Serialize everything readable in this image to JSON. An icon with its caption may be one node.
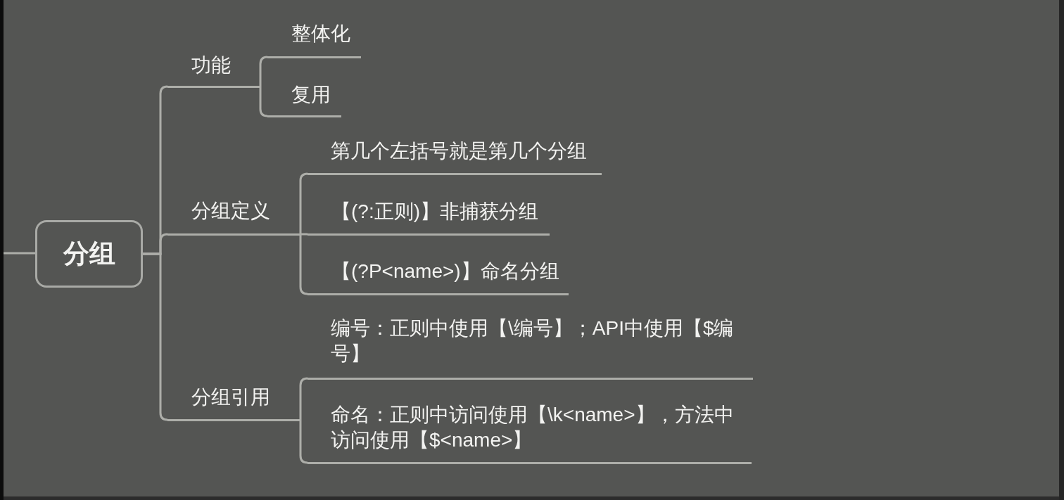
{
  "diagram": {
    "nodes": [
      {
        "text": [
          "分组"
        ]
      },
      {
        "text": [
          "功能"
        ]
      },
      {
        "text": [
          "整体化"
        ]
      },
      {
        "text": [
          "复用"
        ]
      },
      {
        "text": [
          "分组定义"
        ]
      },
      {
        "text": [
          "第几个左括号就是第几个分组"
        ]
      },
      {
        "text": [
          "【(?:正则)】非捕获分组"
        ]
      },
      {
        "text": [
          "【(?P<name>)】命名分组"
        ]
      },
      {
        "text": [
          "分组引用"
        ]
      },
      {
        "text": [
          "编号：正则中使用【\\编号】；API中使用【$编号】"
        ]
      },
      {
        "text": [
          "命名：正则中访问使用【\\k<name>】，方法中访问使用【$<name>】"
        ]
      }
    ],
    "edges": [
      {
        "from": null,
        "to": 0,
        "arrow": "none"
      },
      {
        "from": 0,
        "to": 1,
        "arrow": "none"
      },
      {
        "from": 1,
        "to": 2,
        "arrow": "none"
      },
      {
        "from": 1,
        "to": 3,
        "arrow": "none"
      },
      {
        "from": 0,
        "to": 4,
        "arrow": "none"
      },
      {
        "from": 4,
        "to": 5,
        "arrow": "none"
      },
      {
        "from": 4,
        "to": 6,
        "arrow": "none"
      },
      {
        "from": 4,
        "to": 7,
        "arrow": "none"
      },
      {
        "from": 0,
        "to": 8,
        "arrow": "none"
      },
      {
        "from": 8,
        "to": 9,
        "arrow": "none"
      },
      {
        "from": 8,
        "to": 10,
        "arrow": "none"
      }
    ]
  }
}
